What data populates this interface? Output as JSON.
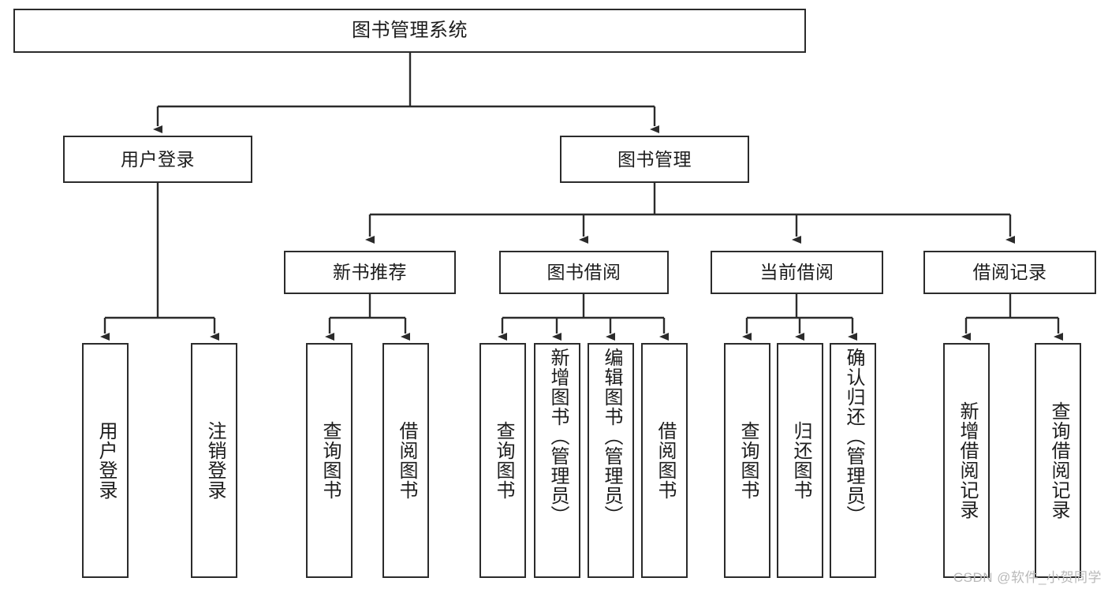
{
  "diagram": {
    "title": "图书管理系统",
    "type": "hierarchy-tree",
    "watermark": "CSDN @软件_小贺同学",
    "colors": {
      "box_border": "#2b2b2b",
      "box_fill": "#ffffff",
      "connector": "#2b2b2b",
      "text": "#1c1c1c",
      "watermark": "#b9b9b9"
    },
    "root": {
      "label": "图书管理系统"
    },
    "level2": [
      {
        "label": "用户登录"
      },
      {
        "label": "图书管理"
      }
    ],
    "level3": [
      {
        "label": "新书推荐"
      },
      {
        "label": "图书借阅"
      },
      {
        "label": "当前借阅"
      },
      {
        "label": "借阅记录"
      }
    ],
    "leaves": [
      {
        "label": "用户登录",
        "parent": "用户登录"
      },
      {
        "label": "注销登录",
        "parent": "用户登录"
      },
      {
        "label": "查询图书",
        "parent": "新书推荐"
      },
      {
        "label": "借阅图书",
        "parent": "新书推荐"
      },
      {
        "label": "查询图书",
        "parent": "图书借阅"
      },
      {
        "label": "新增图书（管理员）",
        "parent": "图书借阅"
      },
      {
        "label": "编辑图书（管理员）",
        "parent": "图书借阅"
      },
      {
        "label": "借阅图书",
        "parent": "图书借阅"
      },
      {
        "label": "查询图书",
        "parent": "当前借阅"
      },
      {
        "label": "归还图书",
        "parent": "当前借阅"
      },
      {
        "label": "确认归还（管理员）",
        "parent": "当前借阅"
      },
      {
        "label": "新增借阅记录",
        "parent": "借阅记录"
      },
      {
        "label": "查询借阅记录",
        "parent": "借阅记录"
      }
    ]
  }
}
